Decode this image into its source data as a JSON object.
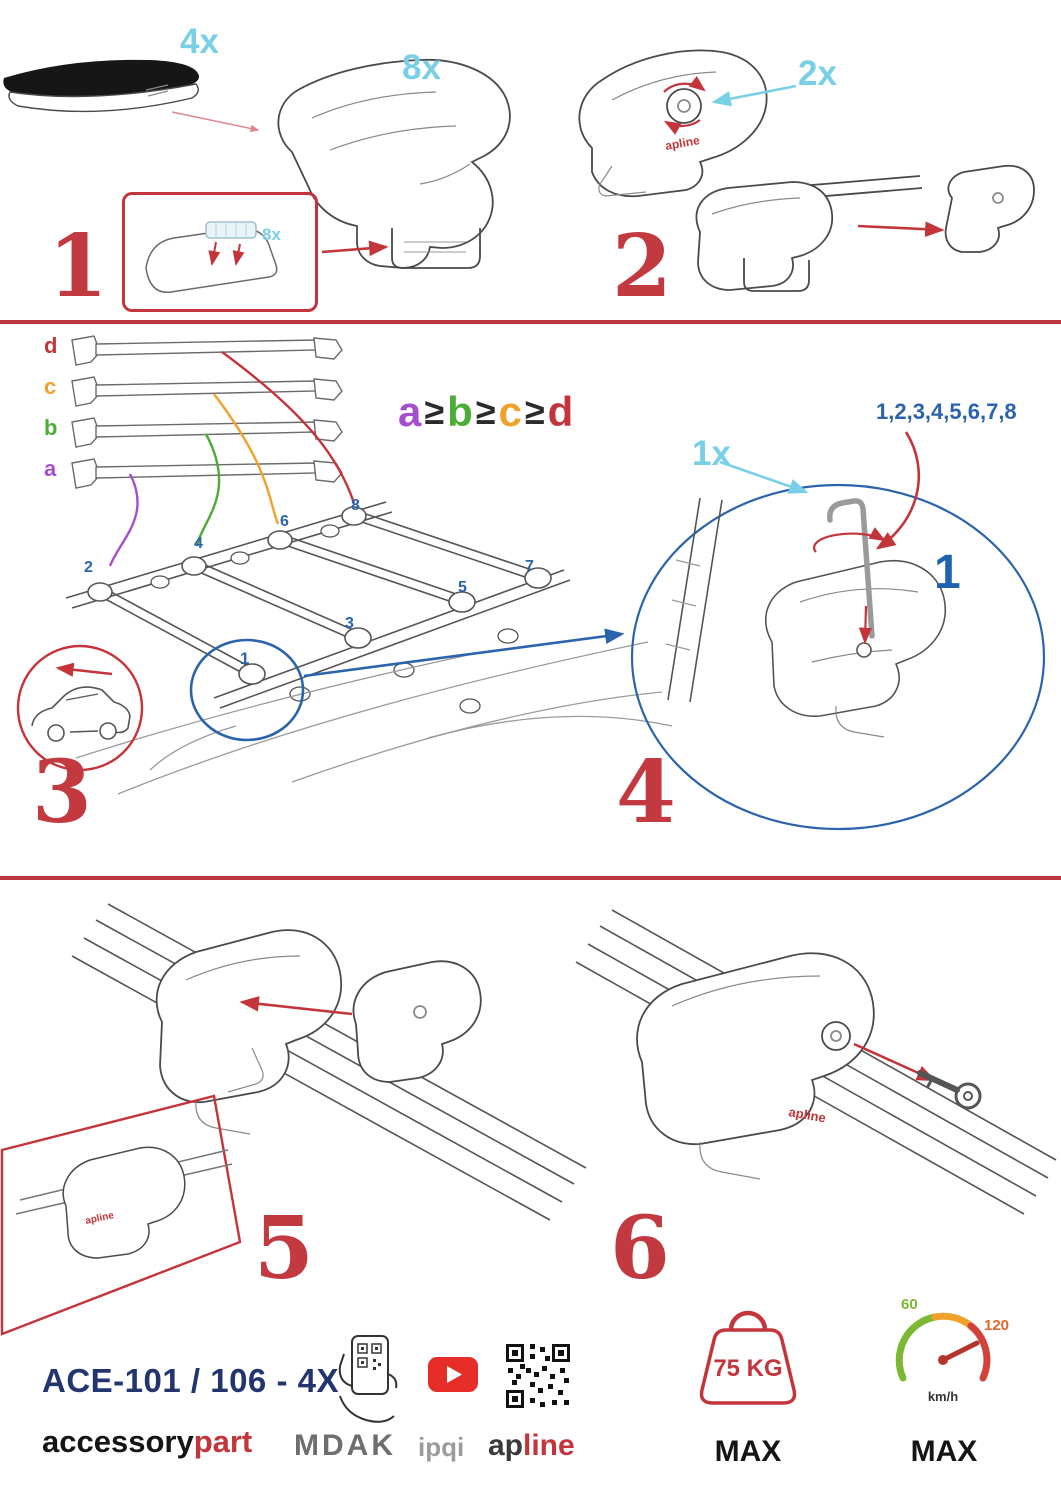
{
  "colors": {
    "accent_red": "#c4353b",
    "cyan": "#79d0e6",
    "blue": "#2b63ad",
    "navy": "#23356f",
    "purple": "#a44fd0",
    "green": "#4aae35",
    "orange": "#f0a12b"
  },
  "steps": {
    "s1": {
      "number": "1",
      "qty_bar": "4x",
      "qty_foot": "8x",
      "qty_pad": "8x"
    },
    "s2": {
      "number": "2",
      "qty": "2x"
    },
    "s3": {
      "number": "3",
      "bar_labels": [
        "d",
        "c",
        "b",
        "a"
      ],
      "formula": [
        "a",
        "≥",
        "b",
        "≥",
        "c",
        "≥",
        "d"
      ],
      "positions": [
        "1",
        "2",
        "3",
        "4",
        "5",
        "6",
        "7",
        "8"
      ]
    },
    "s4": {
      "number": "4",
      "qty": "1x",
      "sequence": "1,2,3,4,5,6,7,8",
      "first": "1"
    },
    "s5": {
      "number": "5"
    },
    "s6": {
      "number": "6"
    }
  },
  "drawings": {
    "foot_logo": "apline"
  },
  "footer": {
    "model": "ACE-101 / 106 - 4X",
    "brand": {
      "black": "accessory",
      "red": "part"
    },
    "partners": {
      "mdak": "MDAK",
      "ipqi": "ipqi",
      "apline_dark": "ap",
      "apline_red": "line"
    },
    "load": {
      "value": "75 KG",
      "label": "MAX"
    },
    "speed": {
      "min": "60",
      "max_val": "120",
      "unit": "km/h",
      "label": "MAX"
    }
  }
}
